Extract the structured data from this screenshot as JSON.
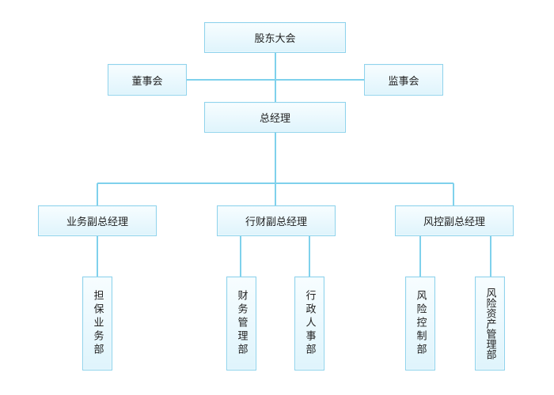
{
  "nodes": {
    "shareholders_meeting": "股东大会",
    "board_of_directors": "董事会",
    "board_of_supervisors": "监事会",
    "general_manager": "总经理",
    "business_vp": "业务副总经理",
    "finance_admin_vp": "行财副总经理",
    "risk_control_vp": "风控副总经理",
    "guarantee_business_dept": "担保业务部",
    "finance_management_dept": "财务管理部",
    "admin_hr_dept": "行政人事部",
    "risk_control_dept": "风险控制部",
    "risk_asset_management_dept": "风险资产管理部"
  },
  "colors": {
    "node_border": "#8fd3ec",
    "node_fill_top": "#f7fdff",
    "node_fill_bottom": "#dff4fc",
    "connector": "#7fd1ec",
    "text": "#222222"
  }
}
